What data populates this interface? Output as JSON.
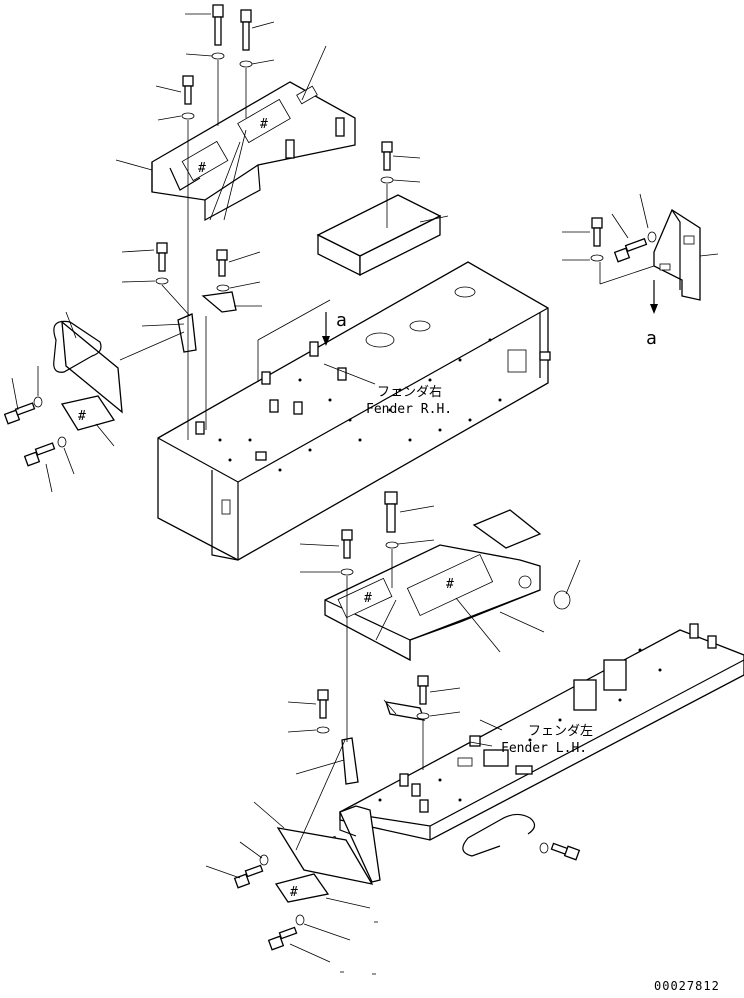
{
  "labels": {
    "ref_a_top": "a",
    "ref_a_right": "a",
    "fender_rh_jp": "フェンダ右",
    "fender_rh_en": "Fender R.H.",
    "fender_lh_jp": "フェンダ左",
    "fender_lh_en": "Fender L.H.",
    "drawing_number": "00027812"
  },
  "colors": {
    "line": "#000000",
    "background": "#ffffff"
  }
}
